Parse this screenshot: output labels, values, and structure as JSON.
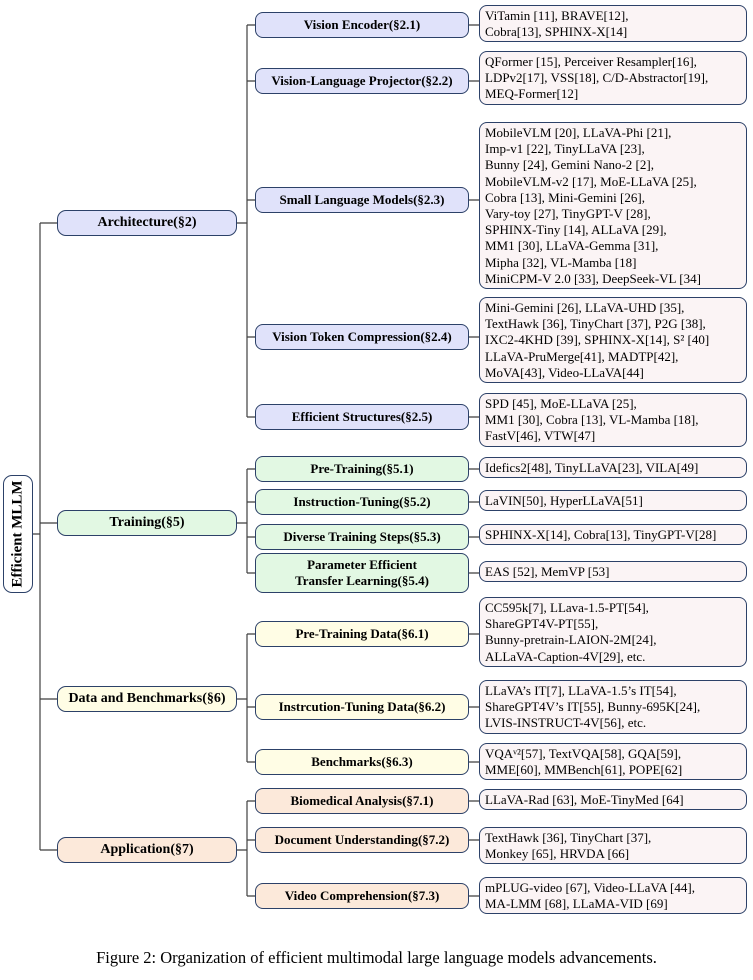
{
  "figure": {
    "root_label": "Efficient MLLM",
    "caption": "Figure 2: Organization of efficient multimodal large language models advancements.",
    "groups": [
      {
        "label": "Architecture(§2)",
        "children": [
          {
            "label": "Vision Encoder(§2.1)",
            "refs": "ViTamin [11], BRAVE[12],\nCobra[13], SPHINX-X[14]"
          },
          {
            "label": "Vision-Language Projector(§2.2)",
            "refs": "QFormer [15], Perceiver Resampler[16],\nLDPv2[17], VSS[18], C/D-Abstractor[19],\nMEQ-Former[12]"
          },
          {
            "label": "Small Language Models(§2.3)",
            "refs": "MobileVLM [20], LLaVA-Phi [21],\nImp-v1 [22], TinyLLaVA [23],\nBunny [24], Gemini Nano-2 [2],\nMobileVLM-v2 [17], MoE-LLaVA [25],\nCobra [13], Mini-Gemini [26],\nVary-toy [27], TinyGPT-V [28],\nSPHINX-Tiny [14], ALLaVA [29],\nMM1 [30], LLaVA-Gemma [31],\nMipha [32], VL-Mamba [18]\nMiniCPM-V 2.0 [33], DeepSeek-VL [34]"
          },
          {
            "label": "Vision Token Compression(§2.4)",
            "refs": "Mini-Gemini [26], LLaVA-UHD [35],\nTextHawk [36], TinyChart [37], P2G [38],\nIXC2-4KHD [39], SPHINX-X[14], S² [40]\nLLaVA-PruMerge[41], MADTP[42],\nMoVA[43], Video-LLaVA[44]"
          },
          {
            "label": "Efficient Structures(§2.5)",
            "refs": "SPD [45], MoE-LLaVA [25],\nMM1 [30], Cobra [13], VL-Mamba [18],\nFastV[46], VTW[47]"
          }
        ]
      },
      {
        "label": "Training(§5)",
        "children": [
          {
            "label": "Pre-Training(§5.1)",
            "refs": "Idefics2[48], TinyLLaVA[23], VILA[49]"
          },
          {
            "label": "Instruction-Tuning(§5.2)",
            "refs": "LaVIN[50], HyperLLaVA[51]"
          },
          {
            "label": "Diverse Training Steps(§5.3)",
            "refs": "SPHINX-X[14], Cobra[13], TinyGPT-V[28]"
          },
          {
            "label": "Parameter Efficient\nTransfer Learning(§5.4)",
            "refs": "EAS [52], MemVP [53]"
          }
        ]
      },
      {
        "label": "Data and Benchmarks(§6)",
        "children": [
          {
            "label": "Pre-Training Data(§6.1)",
            "refs": "CC595k[7], LLava-1.5-PT[54],\nShareGPT4V-PT[55],\nBunny-pretrain-LAION-2M[24],\nALLaVA-Caption-4V[29], etc."
          },
          {
            "label": "Instrcution-Tuning Data(§6.2)",
            "refs": "LLaVA’s IT[7], LLaVA-1.5’s IT[54],\nShareGPT4V’s IT[55], Bunny-695K[24],\nLVIS-INSTRUCT-4V[56], etc."
          },
          {
            "label": "Benchmarks(§6.3)",
            "refs": "VQAᵛ²[57], TextVQA[58], GQA[59],\nMME[60], MMBench[61], POPE[62]"
          }
        ]
      },
      {
        "label": "Application(§7)",
        "children": [
          {
            "label": "Biomedical Analysis(§7.1)",
            "refs": "LLaVA-Rad [63], MoE-TinyMed [64]"
          },
          {
            "label": "Document Understanding(§7.2)",
            "refs": "TextHawk [36], TinyChart [37],\nMonkey [65], HRVDA [66]"
          },
          {
            "label": "Video Comprehension(§7.3)",
            "refs": "mPLUG-video [67], Video-LLaVA [44],\nMA-LMM [68], LLaMA-VID [69]"
          }
        ]
      }
    ]
  },
  "colors": {
    "architecture_fill": "#e0e2fa",
    "training_fill": "#e2f8e3",
    "data_fill": "#fffde5",
    "application_fill": "#fce9da",
    "leaf_fill": "#fbf4f5",
    "border": "#2c4168",
    "line": "#3f3f3f"
  }
}
